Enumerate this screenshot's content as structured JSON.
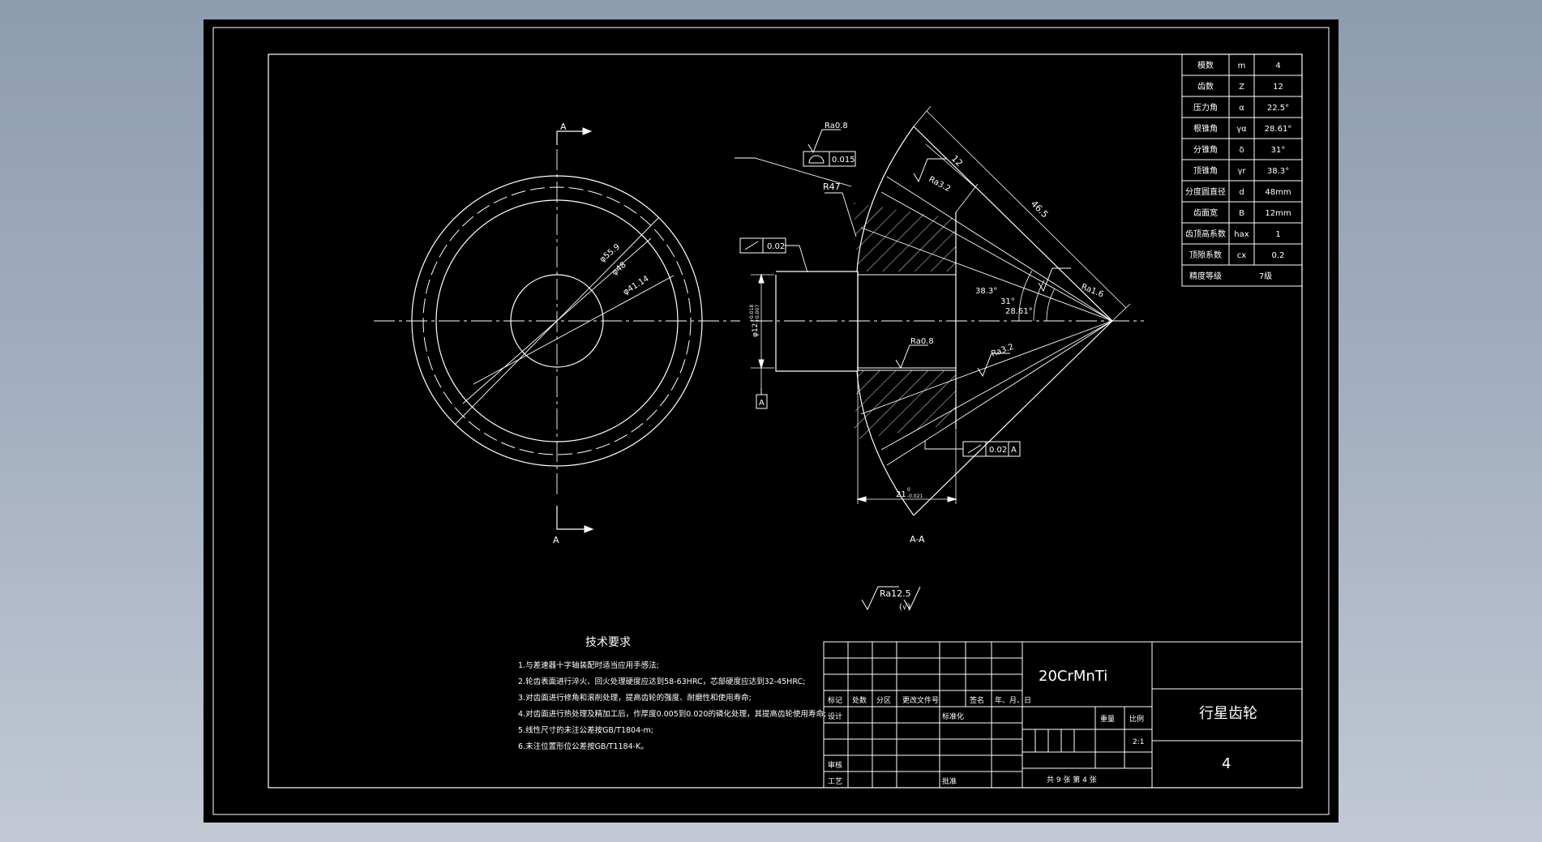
{
  "views": {
    "front_section_label_top": "A",
    "front_section_label_bottom": "A",
    "section_view_label": "A-A",
    "front_dims": [
      "φ55.9",
      "φ48",
      "φ41.14"
    ]
  },
  "section": {
    "radius_label": "R47",
    "face_width_dim": "12",
    "cone_distance_dim": "46.5",
    "roughness": [
      "Ra0.8",
      "Ra3.2",
      "Ra1.6",
      "Ra0.8",
      "Ra3.2"
    ],
    "angles": [
      "38.3°",
      "31°",
      "28.61°"
    ],
    "bore_dim": "φ12",
    "bore_tol_upper": "+0.018",
    "bore_tol_lower": "+0.007",
    "width_dim": "21",
    "width_tol_upper": "0",
    "width_tol_lower": "-0.021",
    "datum": "A",
    "gtol_profile_value": "0.015",
    "gtol_runout1_value": "0.02",
    "gtol_runout2_value": "0.02",
    "gtol_runout2_datum": "A"
  },
  "general_roughness": {
    "value": "Ra12.5",
    "suffix": "(√)"
  },
  "gear_params": [
    {
      "name": "模数",
      "symbol": "m",
      "value": "4"
    },
    {
      "name": "齿数",
      "symbol": "Z",
      "value": "12"
    },
    {
      "name": "压力角",
      "symbol": "α",
      "value": "22.5°"
    },
    {
      "name": "根锥角",
      "symbol": "γα",
      "value": "28.61°"
    },
    {
      "name": "分锥角",
      "symbol": "δ",
      "value": "31°"
    },
    {
      "name": "顶锥角",
      "symbol": "γr",
      "value": "38.3°"
    },
    {
      "name": "分度圆直径",
      "symbol": "d",
      "value": "48mm"
    },
    {
      "name": "齿面宽",
      "symbol": "B",
      "value": "12mm"
    },
    {
      "name": "齿顶高系数",
      "symbol": "hax",
      "value": "1"
    },
    {
      "name": "顶隙系数",
      "symbol": "cx",
      "value": "0.2"
    },
    {
      "name": "精度等级",
      "symbol": "",
      "value": "7级"
    }
  ],
  "tech_req": {
    "title": "技术要求",
    "items": [
      "1.与差速器十字轴装配时适当应用手感法;",
      "2.轮齿表面进行淬火、回火处理硬度应达到58-63HRC，芯部硬度应达到32-45HRC;",
      "3.对齿面进行修角和滚削处理，提高齿轮的强度、耐磨性和使用寿命;",
      "4.对齿面进行热处理及精加工后，作厚度0.005到0.020的磷化处理，其提高齿轮使用寿命;",
      "5.线性尺寸的未注公差按GB/T1804-m;",
      "6.未注位置形位公差按GB/T1184-K。"
    ]
  },
  "title_block": {
    "material": "20CrMnTi",
    "part_name": "行星齿轮",
    "drawing_no": "4",
    "rev_headers": [
      "标记",
      "处数",
      "分区",
      "更改文件号",
      "签名",
      "年、月、日"
    ],
    "designer_label": "设计",
    "standardize_label": "标准化",
    "checker_label": "审核",
    "process_label": "工艺",
    "approve_label": "批准",
    "weight_label": "重量",
    "scale_label": "比例",
    "scale_value": "2:1",
    "sheets": "共 9 张   第 4 张"
  },
  "colors": {
    "background_outer": "#a0acbd",
    "drawing_bg": "#000000",
    "lines": "#ffffff"
  }
}
